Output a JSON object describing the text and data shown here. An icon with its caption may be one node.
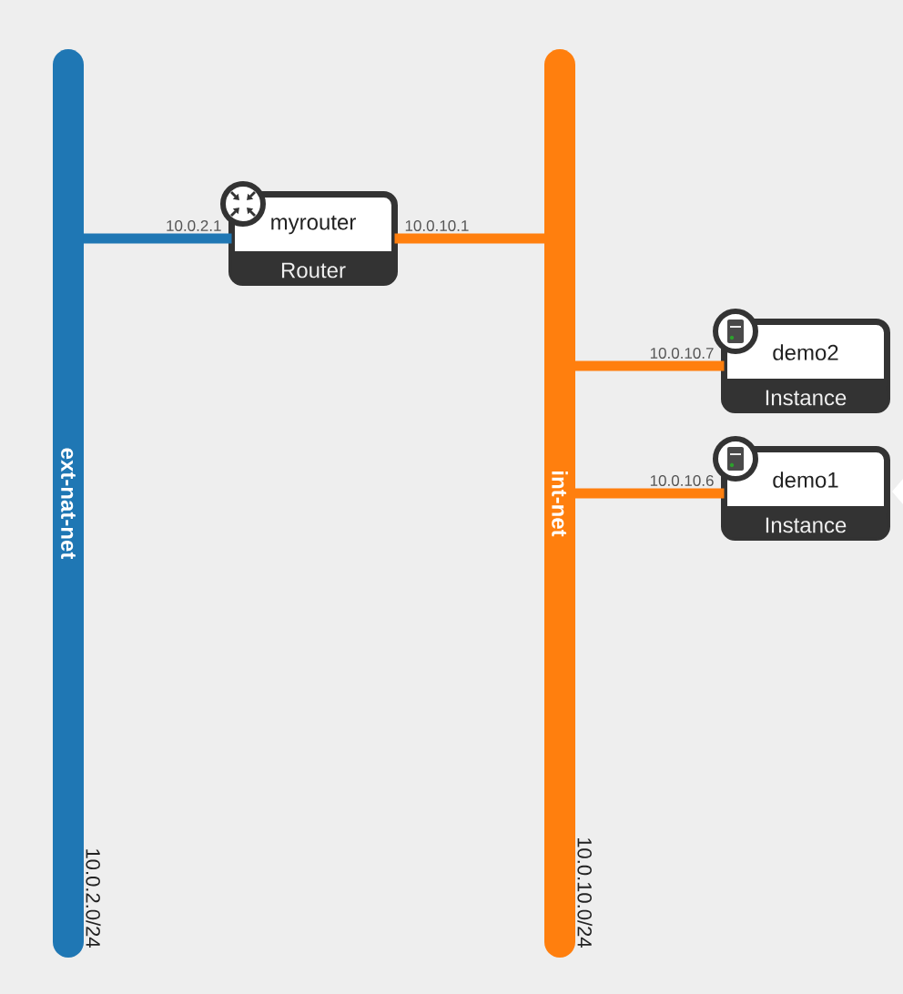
{
  "diagram": {
    "nodes": [
      {
        "text": [
          "ext-nat-net"
        ],
        "beside": [
          "10.0.2.0/24"
        ]
      },
      {
        "text": [
          "myrouter",
          "Router"
        ]
      },
      {
        "text": [
          "int-net"
        ],
        "beside": [
          "10.0.10.0/24"
        ]
      },
      {
        "text": [
          "demo2",
          "Instance"
        ]
      },
      {
        "text": [
          "demo1",
          "Instance"
        ]
      }
    ],
    "edges": [
      {
        "from": 0,
        "to": 1,
        "arrow": "none",
        "label": "10.0.2.1",
        "color": "#1f77b4"
      },
      {
        "from": 1,
        "to": 2,
        "arrow": "none",
        "label": "10.0.10.1"
      },
      {
        "from": 2,
        "to": 3,
        "arrow": "none",
        "label": "10.0.10.7"
      },
      {
        "from": 2,
        "to": 4,
        "arrow": "none",
        "label": "10.0.10.6"
      }
    ]
  }
}
